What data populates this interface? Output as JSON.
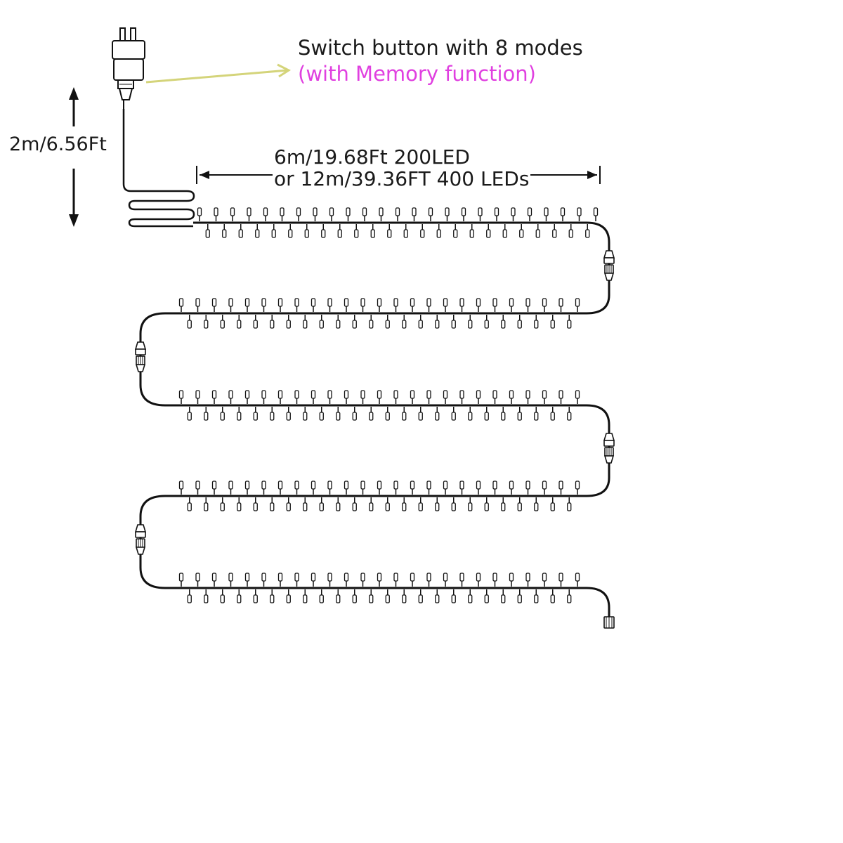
{
  "callout": {
    "title": "Switch button with 8 modes",
    "subtitle": "(with Memory function)",
    "subtitle_color": "#e040e0",
    "arrow_color": "#d4d47a"
  },
  "dimensions": {
    "power_cord": "2m/6.56Ft",
    "string_length_1": "6m/19.68Ft 200LED",
    "string_length_2": "or 12m/39.36FT 400 LEDs"
  },
  "colors": {
    "line": "#111111",
    "background": "#ffffff"
  },
  "icons": [
    "plug-adapter-icon",
    "led-bulb-icon",
    "connector-icon",
    "end-cap-icon"
  ]
}
